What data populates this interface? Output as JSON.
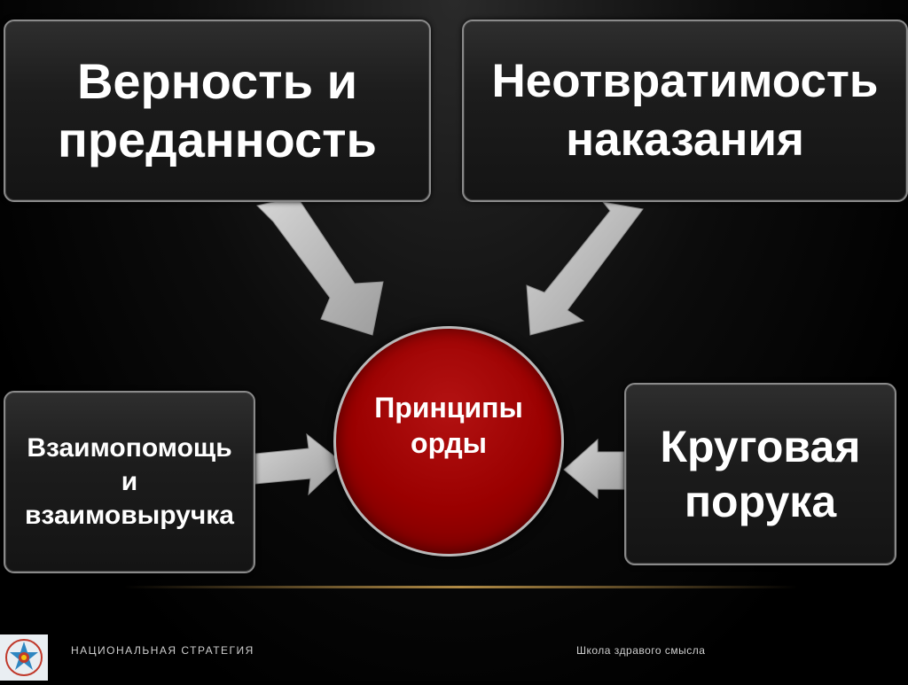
{
  "diagram": {
    "center": {
      "label": "Принципы\nорды",
      "color": "#9a0000"
    },
    "nodes": [
      {
        "id": "loyalty",
        "label": "Верность и\nпреданность"
      },
      {
        "id": "inevitability",
        "label": "Неотвратимость\nнаказания"
      },
      {
        "id": "mutual_aid",
        "label": "Взаимопомощь\nи\nвзаимовыручка"
      },
      {
        "id": "circular",
        "label": "Круговая\nпорука"
      }
    ],
    "arrow_color": "#c8c8c8"
  },
  "footer": {
    "left": "НАЦИОНАЛЬНАЯ СТРАТЕГИЯ",
    "right": "Школа здравого смысла"
  },
  "logo": {
    "icon": "emblem-logo-icon"
  }
}
